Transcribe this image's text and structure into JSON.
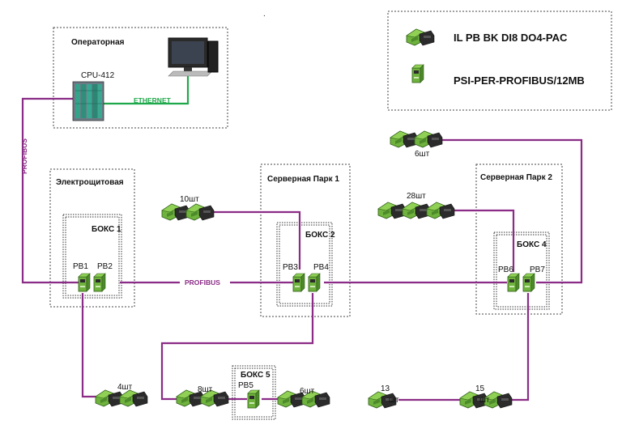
{
  "dot": ".",
  "legend": {
    "module1_label": "IL PB BK DI8 DO4-PAC",
    "module2_label": "PSI-PER-PROFIBUS/12MB"
  },
  "rooms": {
    "operator": "Операторная",
    "electrical": "Электрощитовая",
    "server1": "Серверная  Парк 1",
    "server2": "Серверная  Парк 2"
  },
  "boxes": {
    "box1": "БОКС 1",
    "box2": "БОКС 2",
    "box4": "БОКС 4",
    "box5": "БОКС 5"
  },
  "repeaters": {
    "pb1": "РВ1",
    "pb2": "РВ2",
    "pb3": "РВ3",
    "pb4": "РВ4",
    "pb5": "РВ5",
    "pb6": "РВ6",
    "pb7": "РВ7"
  },
  "cpu_label": "CPU-412",
  "networks": {
    "ethernet": "ETHERNET",
    "profibus_vertical": "PROFIBUS",
    "profibus_horizontal": "PROFIBUS"
  },
  "counts": {
    "c10": "10шт",
    "c28": "28шт",
    "c6_top": "6шт",
    "c4": "4шт",
    "c8": "8шт",
    "c6_bottom": "6шт",
    "c13": "13",
    "c15": "15",
    "sht13": "шт",
    "sht15": "шт"
  },
  "colors": {
    "profibus": "#8b2c86",
    "ethernet": "#1fa84a",
    "module_green": "#6fb33e",
    "module_dark": "#2b2b2b"
  }
}
